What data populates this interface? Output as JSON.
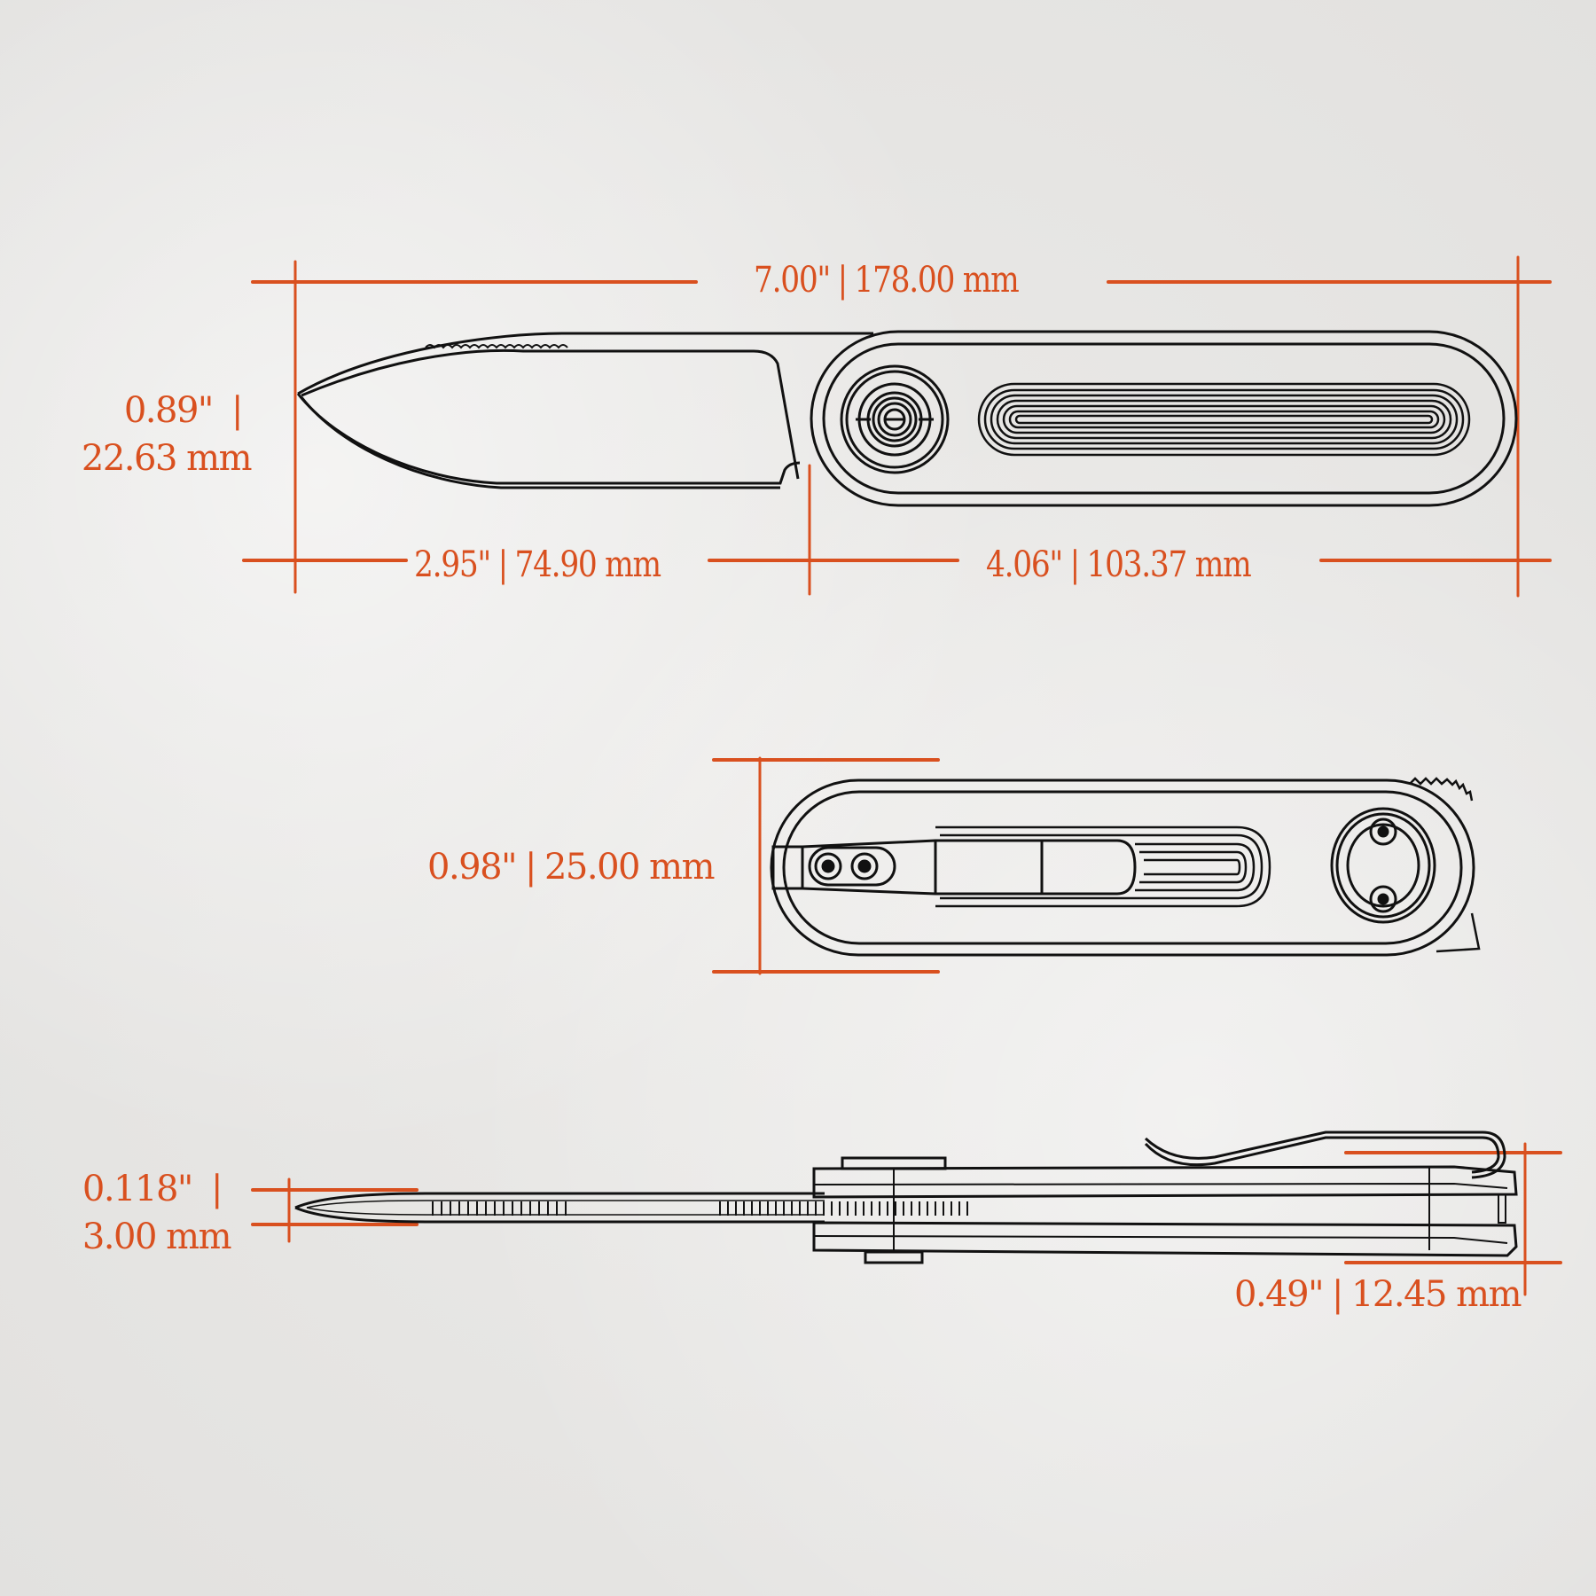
{
  "colors": {
    "background": "#e9e8e6",
    "accent": "#d9501f",
    "ink": "#111111"
  },
  "views": {
    "side_open": {
      "overall_length": {
        "imperial": "7.00\"",
        "metric": "178.00 mm"
      },
      "blade_height": {
        "imperial": "0.89\"",
        "metric": "22.63 mm"
      },
      "blade_length": {
        "imperial": "2.95\"",
        "metric": "74.90 mm"
      },
      "handle_length": {
        "imperial": "4.06\"",
        "metric": "103.37 mm"
      }
    },
    "side_closed": {
      "handle_width": {
        "imperial": "0.98\"",
        "metric": "25.00 mm"
      }
    },
    "top": {
      "blade_thickness": {
        "imperial": "0.118\"",
        "metric": "3.00 mm"
      },
      "handle_thickness": {
        "imperial": "0.49\"",
        "metric": "12.45 mm"
      }
    }
  },
  "separator": "|"
}
